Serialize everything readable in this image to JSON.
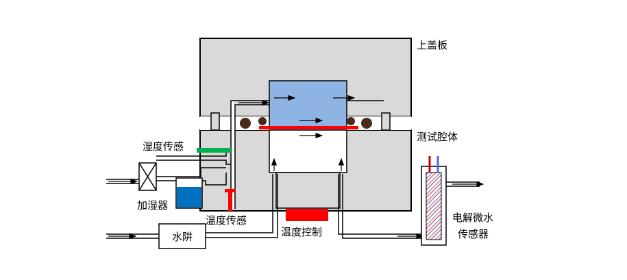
{
  "labels": {
    "top_cover": "上盖板",
    "test_chamber": "测试腔体",
    "humidity_sensor": "湿度传感",
    "humidifier": "加湿器",
    "temperature_sensor": "温度传感",
    "temperature_control": "温度控制",
    "water_trap": "水阱",
    "electrolytic_sensor_line1": "电解微水",
    "electrolytic_sensor_line2": "传感器"
  },
  "colors": {
    "housing": "#d9d9d9",
    "outline": "#000000",
    "sample_zone": "#8eb4e3",
    "heater_red": "#ff0000",
    "humidity_sensor_green": "#00b050",
    "water_blue": "#0070c0",
    "oring_brown": "#4a2a1a",
    "sensor_stripe": "#4f6bd9"
  }
}
